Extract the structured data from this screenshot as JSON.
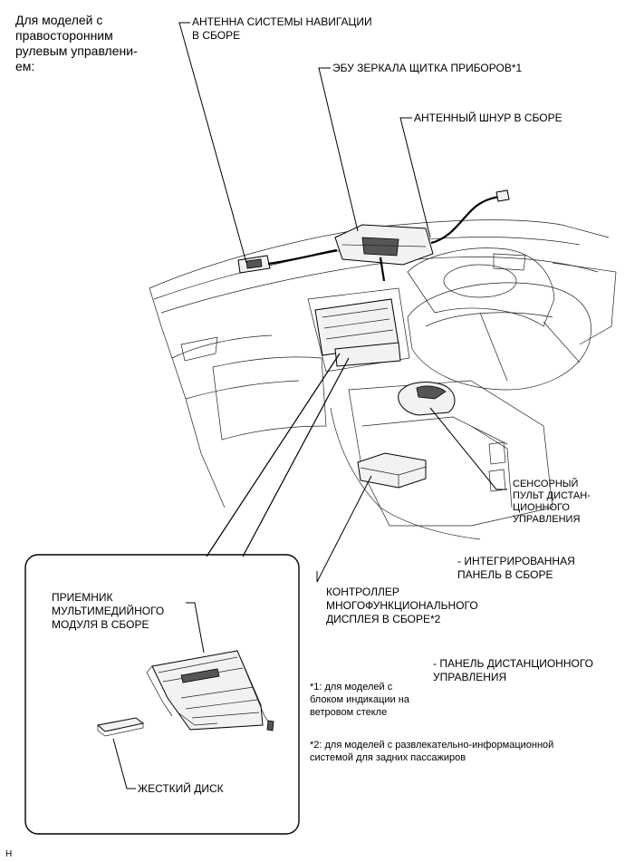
{
  "header_note": "Для моделей с\nправосторонним\nрулевым управлени-\nем:",
  "labels": {
    "nav_antenna": "АНТЕННА СИСТЕМЫ НАВИГАЦИИ\nВ СБОРЕ",
    "mirror_ecu": "ЭБУ ЗЕРКАЛА ЩИТКА ПРИБОРОВ*1",
    "antenna_cord": "АНТЕННЫЙ ШНУР В СБОРЕ",
    "touch_remote": "СЕНСОРНЫЙ\nПУЛЬТ ДИСТАН-\nЦИОННОГО\nУПРАВЛЕНИЯ",
    "integrated_panel": "- ИНТЕГРИРОВАННАЯ\nПАНЕЛЬ В СБОРЕ",
    "mfd_controller": "КОНТРОЛЛЕР\nМНОГОФУНКЦИОНАЛЬНОГО\nДИСПЛЕЯ В СБОРЕ*2",
    "remote_panel": "- ПАНЕЛЬ ДИСТАНЦИОННОГО\nУПРАВЛЕНИЯ",
    "receiver": "ПРИЕМНИК\nМУЛЬТИМЕДИЙНОГО\nМОДУЛЯ В СБОРЕ",
    "hdd": "ЖЕСТКИЙ ДИСК"
  },
  "footnotes": {
    "note1": "*1: для моделей с\nблоком индикации на\nветровом стекле",
    "note2": "*2: для моделей с развлекательно-информационной\nсистемой для задних пассажиров"
  },
  "corner_mark": "H"
}
